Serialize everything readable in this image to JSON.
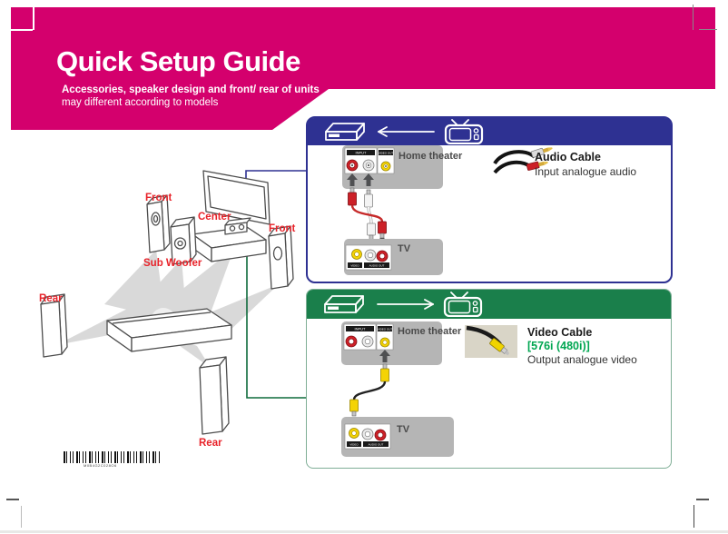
{
  "header": {
    "title": "Quick Setup Guide",
    "subtitle_bold": "Accessories, speaker design and front/ rear of units",
    "subtitle": "may different according to models"
  },
  "diagram": {
    "front_left": "Front",
    "center": "Center",
    "front_right": "Front",
    "sub_woofer": "Sub Woofer",
    "rear_left": "Rear",
    "rear_right": "Rear",
    "barcode_text": "M0B4G2C028O6"
  },
  "audio_section": {
    "home_theater_label": "Home theater",
    "tv_label": "TV",
    "cable_name": "Audio Cable",
    "cable_desc": "Input analogue audio",
    "jack_input": "INPUT",
    "jack_video_out": "VIDEO OUT",
    "jack_video": "VIDEO",
    "jack_audio_out": "AUDIO OUT"
  },
  "video_section": {
    "home_theater_label": "Home theater",
    "tv_label": "TV",
    "cable_name": "Video Cable",
    "cable_spec": "[576i (480i)]",
    "cable_desc": "Output analogue video",
    "jack_input": "INPUT",
    "jack_video_out": "VIDEO OUT",
    "jack_video": "VIDEO",
    "jack_audio_out": "AUDIO OUT"
  },
  "colors": {
    "magenta": "#d4006d",
    "navy": "#2e3192",
    "green_header": "#1a7f4b",
    "accent_green": "#00a651",
    "label_red": "#e8232a",
    "line_blue": "#2e3192",
    "line_green": "#0f6b3c"
  }
}
